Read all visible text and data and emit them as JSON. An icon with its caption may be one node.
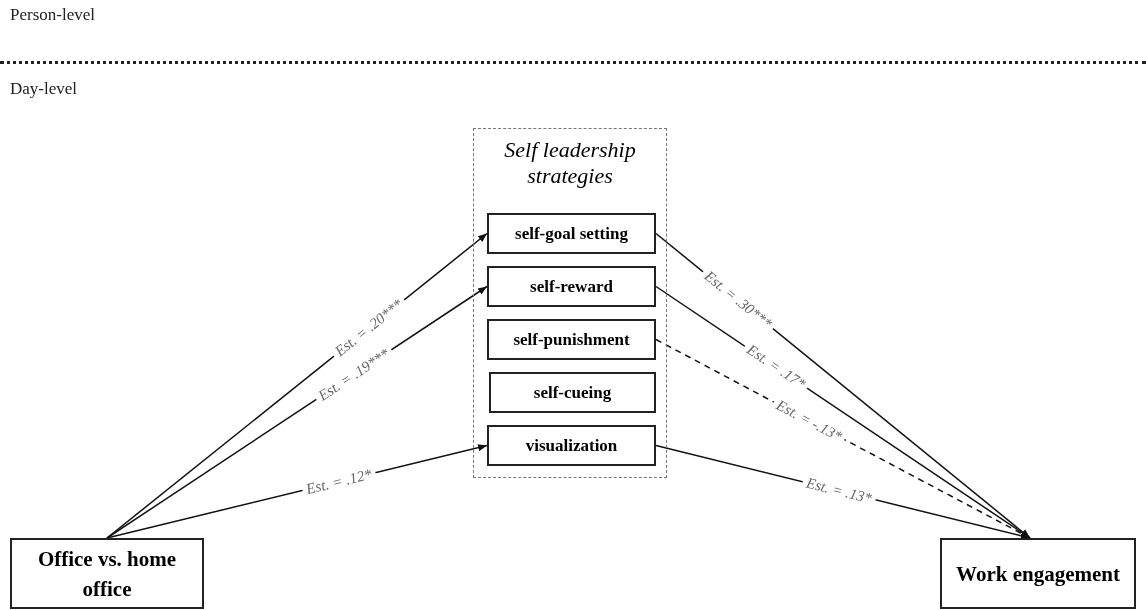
{
  "diagram": {
    "nodes": [
      {
        "text": [
          "Self leadership strategies"
        ]
      },
      {
        "text": [
          "self-goal setting"
        ],
        "in": 0
      },
      {
        "text": [
          "self-reward"
        ],
        "in": 0
      },
      {
        "text": [
          "self-punishment"
        ],
        "in": 0
      },
      {
        "text": [
          "self-cueing"
        ],
        "in": 0
      },
      {
        "text": [
          "visualization"
        ],
        "in": 0
      },
      {
        "text": [
          "Office vs. home office"
        ]
      },
      {
        "text": [
          "Work engagement"
        ]
      }
    ],
    "edges": [
      {
        "from": 6,
        "to": 1,
        "arrow": "to",
        "label": "Est. = .20***"
      },
      {
        "from": 6,
        "to": 2,
        "arrow": "to",
        "label": "Est. = .19***"
      },
      {
        "from": 6,
        "to": 5,
        "arrow": "to",
        "label": "Est. = .12*"
      },
      {
        "from": 1,
        "to": 7,
        "arrow": "to",
        "label": "Est. = .30***"
      },
      {
        "from": 2,
        "to": 7,
        "arrow": "to",
        "label": "Est. = .17*"
      },
      {
        "from": 3,
        "to": 7,
        "arrow": "to",
        "label": "Est. = -.13*",
        "style": "dashed"
      },
      {
        "from": 5,
        "to": 7,
        "arrow": "to",
        "label": "Est. = .13*"
      }
    ],
    "labels": [
      "Person-level",
      "Day-level"
    ]
  }
}
